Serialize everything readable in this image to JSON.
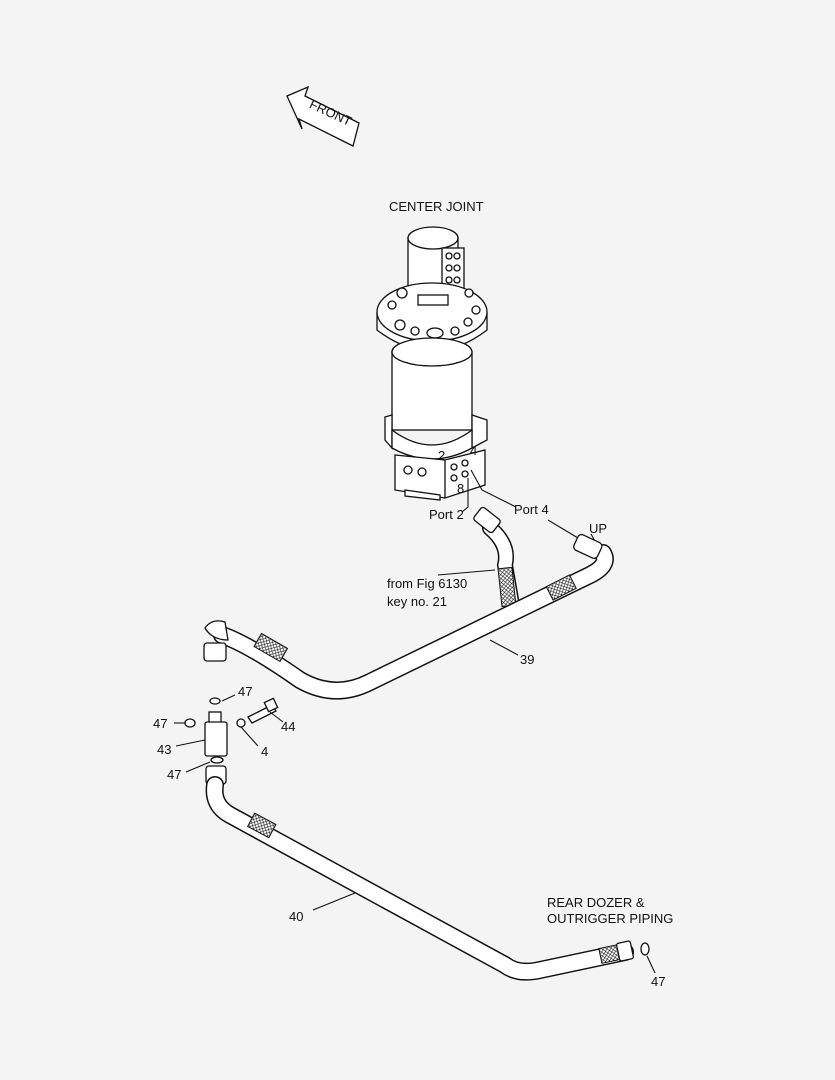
{
  "labels": {
    "front": "FRONT",
    "center_joint": "CENTER JOINT",
    "port2_num": "2",
    "port4_num": "4",
    "port8_num": "8",
    "port2": "Port 2",
    "port4": "Port 4",
    "up": "UP",
    "from_fig_line1": "from Fig 6130",
    "from_fig_line2": "key no. 21",
    "rear_line1": "REAR DOZER &",
    "rear_line2": "OUTRIGGER PIPING"
  },
  "callouts": {
    "c39": "39",
    "c40": "40",
    "c43": "43",
    "c44": "44",
    "c4": "4",
    "c47_a": "47",
    "c47_b": "47",
    "c47_c": "47",
    "c47_d": "47"
  }
}
